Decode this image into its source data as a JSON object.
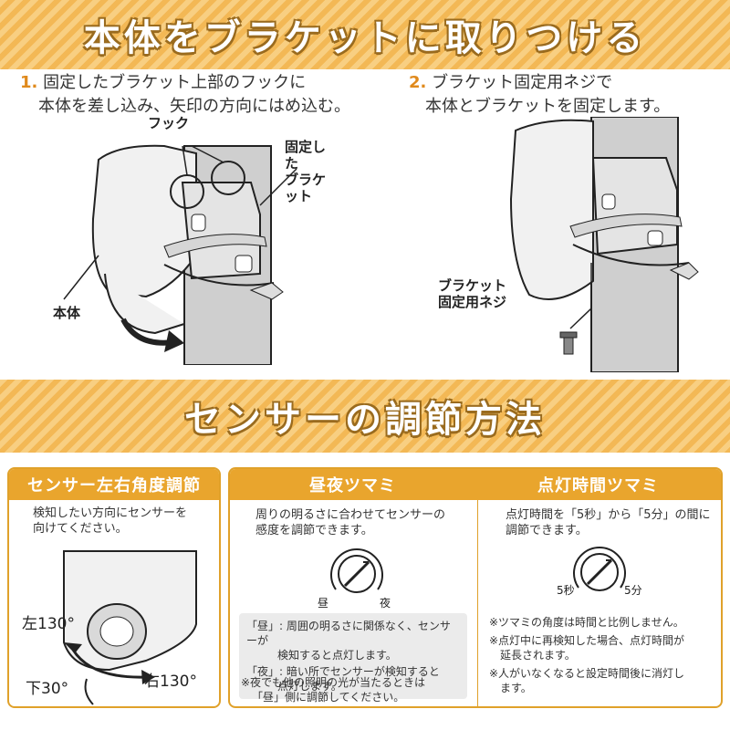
{
  "section1": {
    "title": "本体をブラケットに取りつける",
    "step1": {
      "num": "1.",
      "line1": "固定したブラケット上部のフックに",
      "line2": "本体を差し込み、矢印の方向にはめ込む。",
      "callout_hook": "フック",
      "callout_bracket_1": "固定した",
      "callout_bracket_2": "ブラケット",
      "callout_body": "本体"
    },
    "step2": {
      "num": "2.",
      "line1": "ブラケット固定用ネジで",
      "line2": "本体とブラケットを固定します。",
      "callout_screw_1": "ブラケット",
      "callout_screw_2": "固定用ネジ"
    }
  },
  "section2": {
    "title": "センサーの調節方法",
    "panel_angle": {
      "title": "センサー左右角度調節",
      "desc_1": "検知したい方向にセンサーを",
      "desc_2": "向けてください。",
      "left": "左130°",
      "right": "右130°",
      "down": "下30°"
    },
    "panel_daynight": {
      "title": "昼夜ツマミ",
      "desc_1": "周りの明るさに合わせてセンサーの",
      "desc_2": "感度を調節できます。",
      "dial_left": "昼",
      "dial_right": "夜",
      "note1_1": "「昼」: 周囲の明るさに関係なく、センサーが",
      "note1_2": "検知すると点灯します。",
      "note2_1": "「夜」: 暗い所でセンサーが検知すると",
      "note2_2": "点灯します。",
      "caution_1": "※夜でも他の照明の光が当たるときは",
      "caution_2": "「昼」側に調節してください。"
    },
    "panel_time": {
      "title": "点灯時間ツマミ",
      "desc_1": "点灯時間を「5秒」から「5分」の間に",
      "desc_2": "調節できます。",
      "dial_left": "5秒",
      "dial_right": "5分",
      "note1": "※ツマミの角度は時間と比例しません。",
      "note2_1": "※点灯中に再検知した場合、点灯時間が",
      "note2_2": "延長されます。",
      "note3_1": "※人がいなくなると設定時間後に消灯し",
      "note3_2": "ます。"
    }
  },
  "colors": {
    "banner": "#f6c46a",
    "accent": "#e9a52d",
    "step_number": "#e08a1c"
  },
  "icons": [
    "bracket-pole-diagram",
    "screw-icon",
    "rotate-arrow-icon",
    "dial-icon"
  ]
}
